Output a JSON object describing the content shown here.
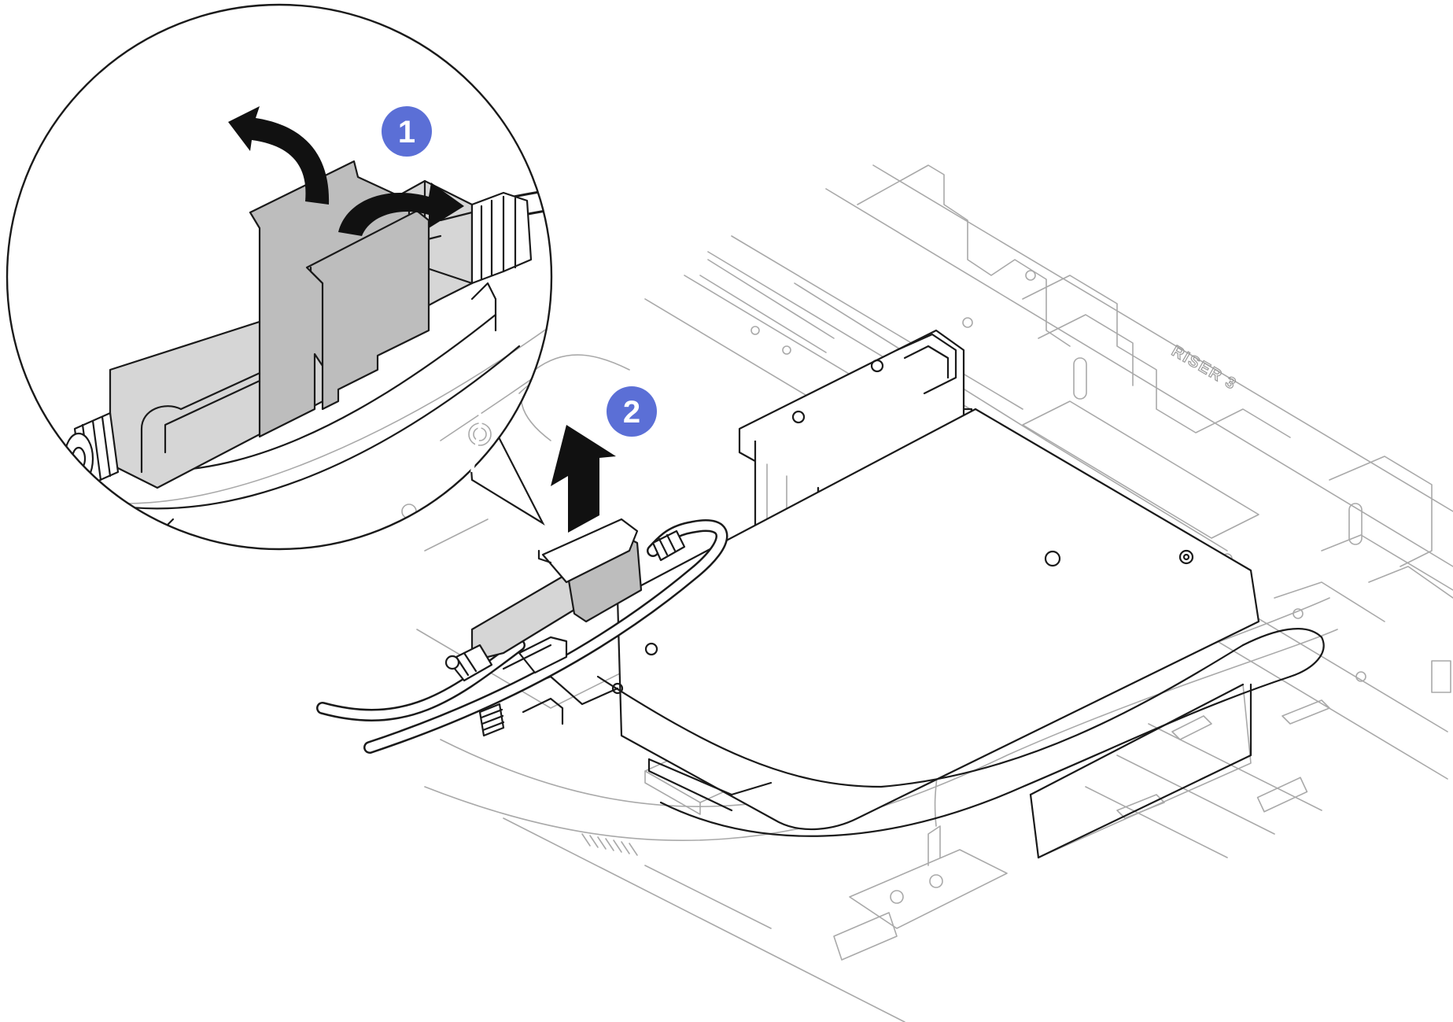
{
  "steps": [
    {
      "number": "1",
      "color": "#5b6fd6"
    },
    {
      "number": "2",
      "color": "#5b6fd6"
    }
  ],
  "part_label": "RISER 3",
  "icons": {
    "rotate_up_arrow": "curved-arrow-up-left",
    "rotate_right_arrow": "curved-arrow-right",
    "lift_arrow": "arrow-up"
  }
}
